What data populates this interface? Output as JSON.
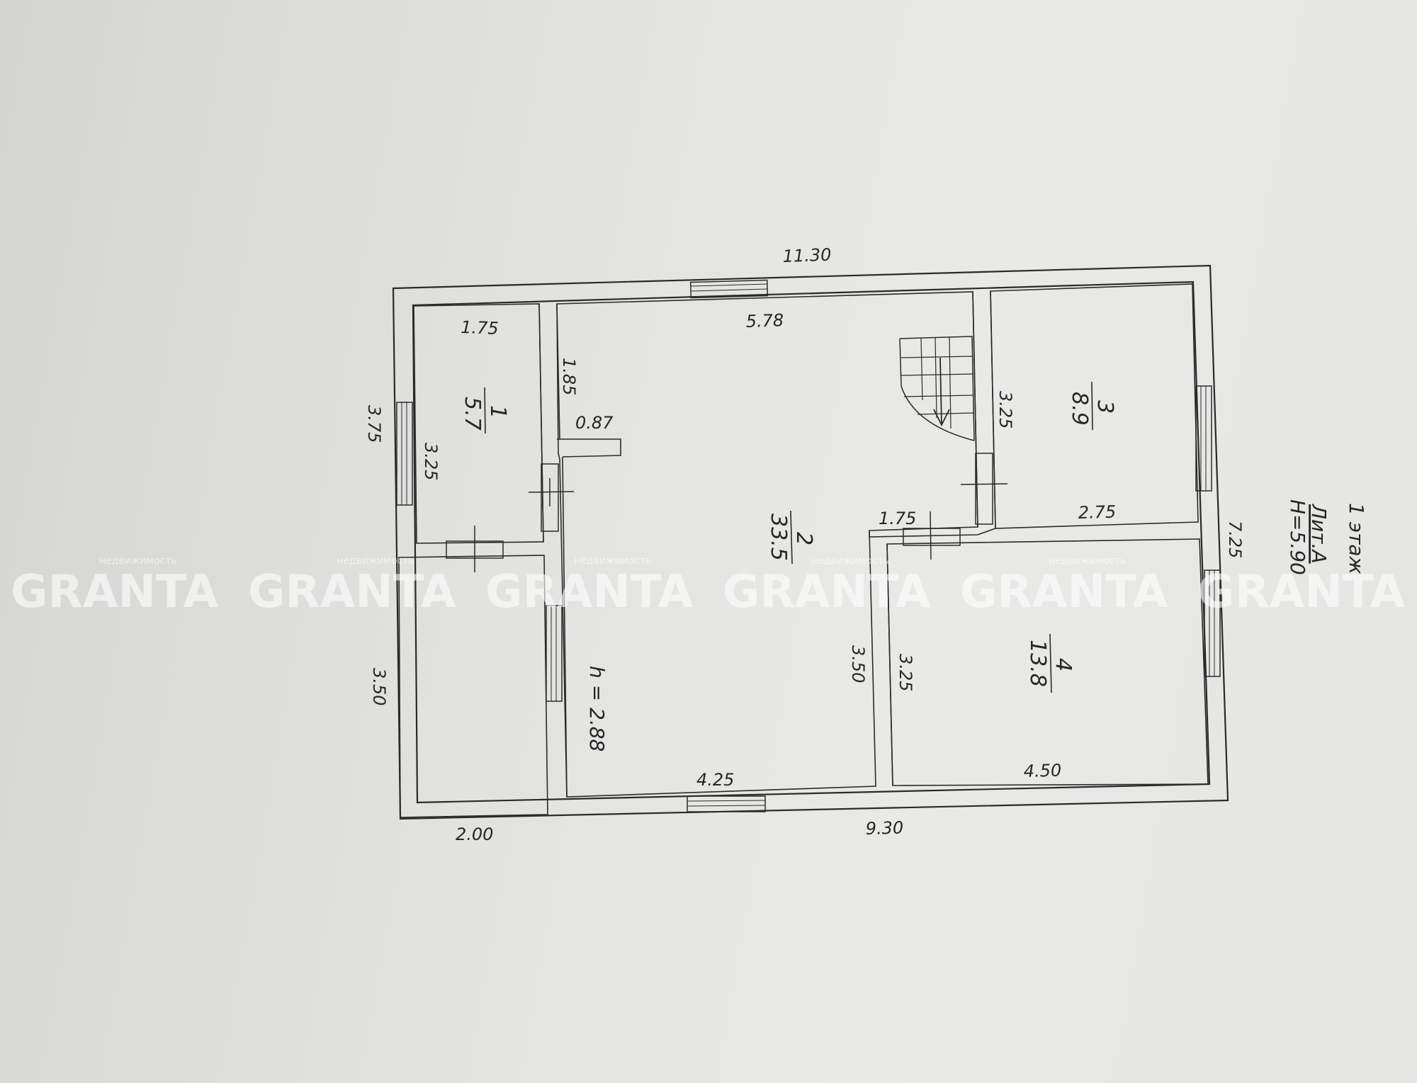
{
  "header": {
    "floor_label": "1 этаж",
    "liter_label": "Лит.А",
    "height_label": "H=5.90"
  },
  "rooms": [
    {
      "number": "1",
      "area": "5.7"
    },
    {
      "number": "2",
      "area": "33.5",
      "ceiling": "h = 2.88"
    },
    {
      "number": "3",
      "area": "8.9"
    },
    {
      "number": "4",
      "area": "13.8"
    }
  ],
  "dimensions": {
    "top_overall": "11.30",
    "hall_top": "5.78",
    "room1_top": "1.75",
    "room1_height": "3.25",
    "left_upper": "3.75",
    "left_lower": "3.50",
    "bottom_left": "2.00",
    "bottom_right": "9.30",
    "hall_bottom": "4.25",
    "room4_bottom": "4.50",
    "room4_height": "3.25",
    "hall_right_lower": "3.50",
    "room3_height": "3.25",
    "room3_bottom": "2.75",
    "right_overall": "7.25",
    "hall_niche_depth": "1.85",
    "hall_niche_width": "0.87",
    "corridor_width": "1.75"
  },
  "watermark": {
    "brand": "GRANTA",
    "tagline": "недвижимость"
  }
}
